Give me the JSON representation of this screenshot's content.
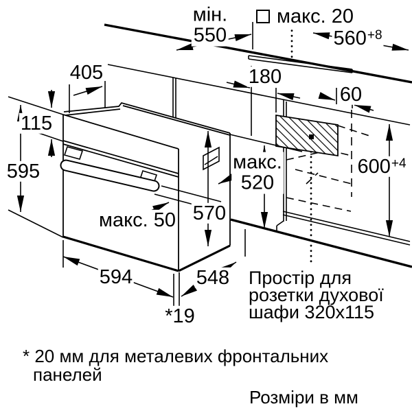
{
  "dimensions": {
    "worktop_depth": {
      "prefix": "мін.",
      "value": "550"
    },
    "max_20": {
      "label": "макс. 20"
    },
    "niche_width": {
      "value": "560",
      "tolerance": "+8"
    },
    "top_depth": {
      "value": "405"
    },
    "panel_height": {
      "value": "115"
    },
    "oven_height": {
      "value": "595"
    },
    "socket_offset": {
      "value": "180"
    },
    "socket_side": {
      "value": "60"
    },
    "niche_height": {
      "value": "600",
      "tolerance": "+4"
    },
    "max_depth": {
      "prefix": "макс.",
      "value": "520"
    },
    "oven_depth": {
      "value": "570"
    },
    "handle_max": {
      "label": "макс. 50"
    },
    "oven_width": {
      "value": "594"
    },
    "body_depth": {
      "value": "548"
    },
    "front_offset": {
      "value": "*19"
    }
  },
  "notes": {
    "socket_space": {
      "line1": "Простір для",
      "line2": "розетки духової",
      "line3": "шафи 320x115"
    },
    "footnote": {
      "line1": "* 20 мм для металевих фронтальних",
      "line2": "панелей"
    },
    "units": "Розміри в мм"
  },
  "colors": {
    "line": "#000000",
    "background": "#ffffff"
  }
}
